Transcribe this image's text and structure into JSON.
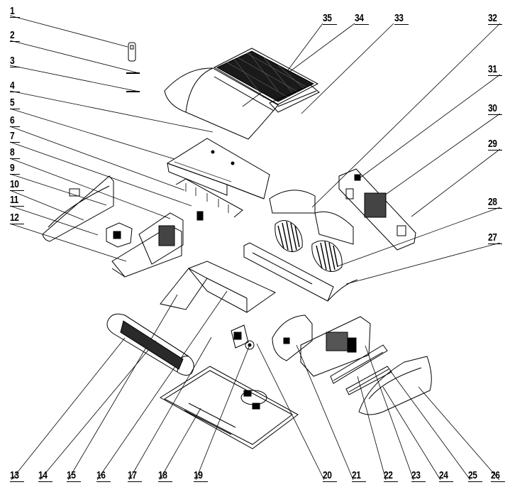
{
  "labels_left": [
    "1",
    "2",
    "3",
    "4",
    "5",
    "6",
    "7",
    "8",
    "9",
    "10",
    "11",
    "12"
  ],
  "labels_top_right": [
    "35",
    "34",
    "33",
    "32",
    "31",
    "30",
    "29",
    "28",
    "27"
  ],
  "labels_bottom": [
    "13",
    "14",
    "15",
    "16",
    "17",
    "18",
    "19",
    "20",
    "21",
    "22",
    "23",
    "24",
    "25",
    "26"
  ]
}
